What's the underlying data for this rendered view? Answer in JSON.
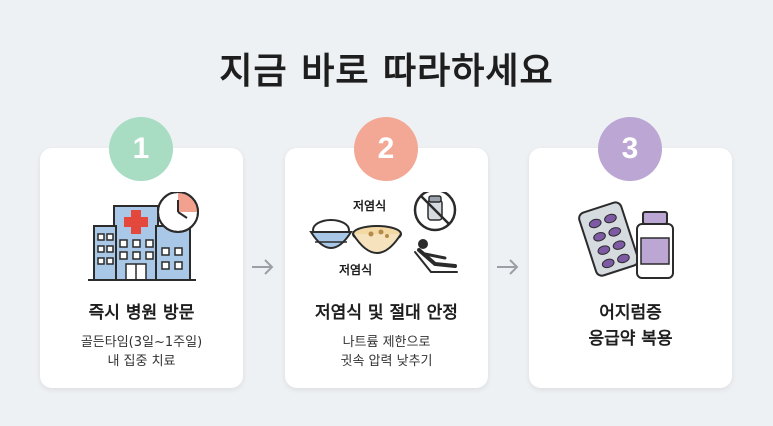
{
  "title": "지금 바로 따라하세요",
  "steps": [
    {
      "number": "1",
      "title": "즉시 병원 방문",
      "desc_line1": "골든타임(3일~1주일)",
      "desc_line2": "내 집중 치료"
    },
    {
      "number": "2",
      "title": "저염식 및 절대 안정",
      "desc_line1": "나트륨 제한으로",
      "desc_line2": "귓속 압력 낮추기",
      "icon_label_top": "저염식",
      "icon_label_bottom": "저염식"
    },
    {
      "number": "3",
      "title_line1": "어지럼증",
      "title_line2": "응급약 복용"
    }
  ],
  "colors": {
    "badge1": "#a8dcc3",
    "badge2": "#f3a895",
    "badge3": "#bba6d4",
    "hospital_red": "#e4483c",
    "building_blue": "#a9c8e8",
    "pill_purple": "#7d5aa3"
  },
  "icons": {
    "step1": "hospital-clock-icon",
    "step2": [
      "rice-bowl-icon",
      "soup-bowl-icon",
      "no-salt-icon",
      "reclining-rest-icon"
    ],
    "step3": [
      "pill-blister-icon",
      "medicine-bottle-icon"
    ],
    "arrow": "arrow-right-icon"
  }
}
